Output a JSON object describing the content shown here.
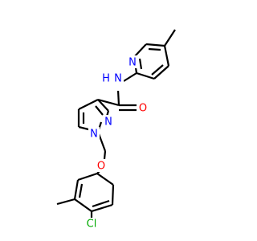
{
  "atom_labels": {
    "pyridine_n": "N",
    "amide_n": "N",
    "amide_h": "H",
    "carbonyl_o": "O",
    "pyrazole_n1": "N",
    "pyrazole_n2": "N",
    "ether_o": "O",
    "chlorine": "Cl"
  },
  "colors": {
    "bond": "#000000",
    "nitrogen": "#0000ff",
    "oxygen": "#ff0000",
    "chlorine": "#00aa00",
    "background": "#ffffff"
  }
}
